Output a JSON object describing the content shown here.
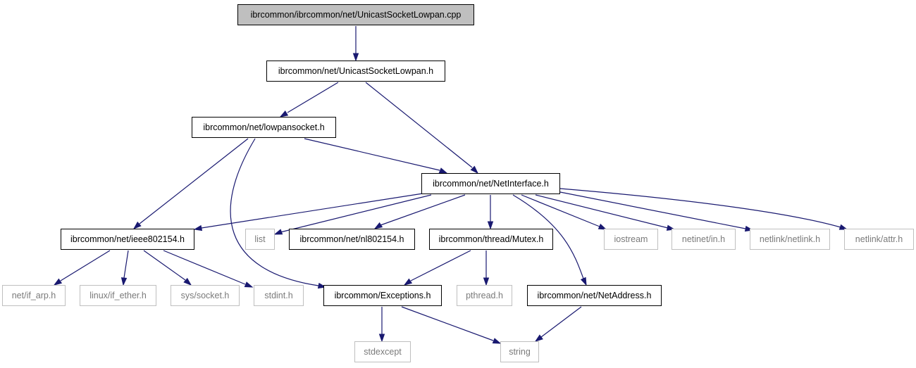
{
  "diagram": {
    "colors": {
      "edge": "#191970",
      "root_fill": "#bfbfbf",
      "local_border": "#000000",
      "external_border": "#bfbfbf",
      "external_text": "#7a7a7a"
    },
    "nodes": {
      "root": "ibrcommon/ibrcommon/net/UnicastSocketLowpan.cpp",
      "unicast": "ibrcommon/net/UnicastSocketLowpan.h",
      "lowpan": "ibrcommon/net/lowpansocket.h",
      "netif": "ibrcommon/net/NetInterface.h",
      "ieee": "ibrcommon/net/ieee802154.h",
      "list": "list",
      "nl": "ibrcommon/net/nl802154.h",
      "mutex": "ibrcommon/thread/Mutex.h",
      "iostream": "iostream",
      "netinet": "netinet/in.h",
      "netlink": "netlink/netlink.h",
      "attr": "netlink/attr.h",
      "ifarp": "net/if_arp.h",
      "ifether": "linux/if_ether.h",
      "sockh": "sys/socket.h",
      "stdint": "stdint.h",
      "exc": "ibrcommon/Exceptions.h",
      "pthread": "pthread.h",
      "netaddr": "ibrcommon/net/NetAddress.h",
      "stdexcept": "stdexcept",
      "string": "string"
    },
    "edges": [
      [
        "root",
        "unicast"
      ],
      [
        "unicast",
        "lowpan"
      ],
      [
        "unicast",
        "netif"
      ],
      [
        "lowpan",
        "netif"
      ],
      [
        "lowpan",
        "ieee"
      ],
      [
        "lowpan",
        "exc"
      ],
      [
        "netif",
        "ieee"
      ],
      [
        "netif",
        "list"
      ],
      [
        "netif",
        "nl"
      ],
      [
        "netif",
        "mutex"
      ],
      [
        "netif",
        "netaddr"
      ],
      [
        "netif",
        "iostream"
      ],
      [
        "netif",
        "netinet"
      ],
      [
        "netif",
        "netlink"
      ],
      [
        "netif",
        "attr"
      ],
      [
        "ieee",
        "ifarp"
      ],
      [
        "ieee",
        "ifether"
      ],
      [
        "ieee",
        "sockh"
      ],
      [
        "ieee",
        "stdint"
      ],
      [
        "mutex",
        "exc"
      ],
      [
        "mutex",
        "pthread"
      ],
      [
        "exc",
        "stdexcept"
      ],
      [
        "exc",
        "string"
      ],
      [
        "netaddr",
        "string"
      ]
    ]
  }
}
